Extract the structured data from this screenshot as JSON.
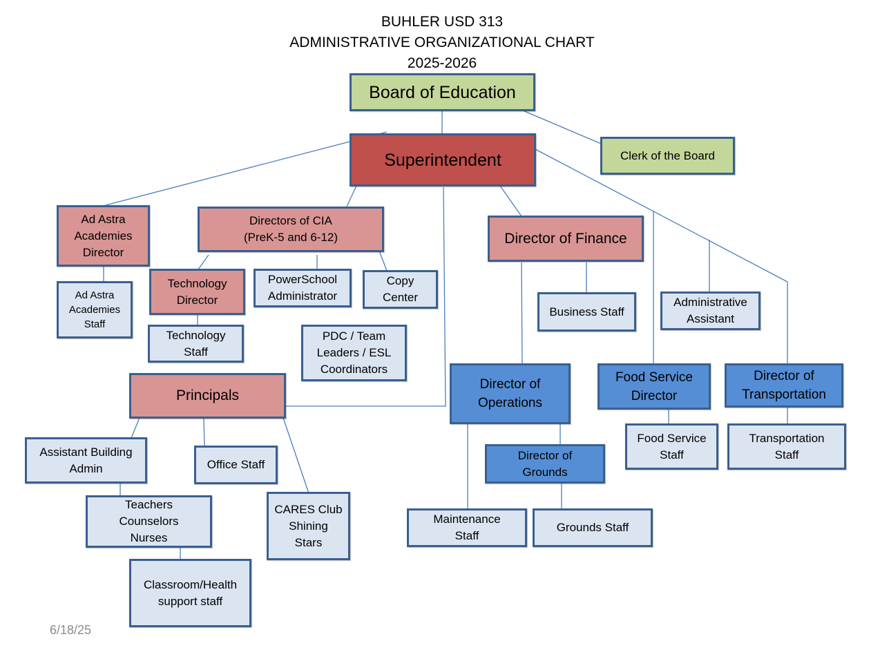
{
  "header": {
    "line1": "BUHLER USD 313",
    "line2": "ADMINISTRATIVE ORGANIZATIONAL CHART",
    "line3": "2025-2026"
  },
  "colors": {
    "board": "#c4d79b",
    "superintendent": "#c0504d",
    "director": "#d99594",
    "operations": "#558ed5",
    "staff": "#dbe5f1",
    "border": "#3a5f8f",
    "connector": "#4a7ebb"
  },
  "nodes": {
    "board": "Board of Education",
    "clerk": "Clerk of the Board",
    "superintendent": "Superintendent",
    "ad_astra_director": "Ad Astra\nAcademies\nDirector",
    "ad_astra_staff": "Ad Astra\nAcademies\nStaff",
    "cia": "Directors of CIA\n(PreK-5 and 6-12)",
    "tech_director": "Technology\nDirector",
    "tech_staff": "Technology\nStaff",
    "powerschool": "PowerSchool\nAdministrator",
    "copy_center": "Copy\nCenter",
    "pdc": "PDC / Team\nLeaders / ESL\nCoordinators",
    "finance": "Director of Finance",
    "business_staff": "Business Staff",
    "admin_assistant": "Administrative\nAssistant",
    "principals": "Principals",
    "asst_building_admin": "Assistant Building\nAdmin",
    "office_staff": "Office Staff",
    "teachers": "Teachers\nCounselors\nNurses",
    "cares": "CARES Club\nShining\nStars",
    "classroom_support": "Classroom/Health\nsupport staff",
    "operations": "Director of\nOperations",
    "grounds_director": "Director of\nGrounds",
    "maintenance_staff": "Maintenance\nStaff",
    "grounds_staff": "Grounds Staff",
    "food_director": "Food Service\nDirector",
    "food_staff": "Food Service\nStaff",
    "transport_director": "Director of\nTransportation",
    "transport_staff": "Transportation\nStaff"
  },
  "footer": {
    "date": "6/18/25"
  }
}
